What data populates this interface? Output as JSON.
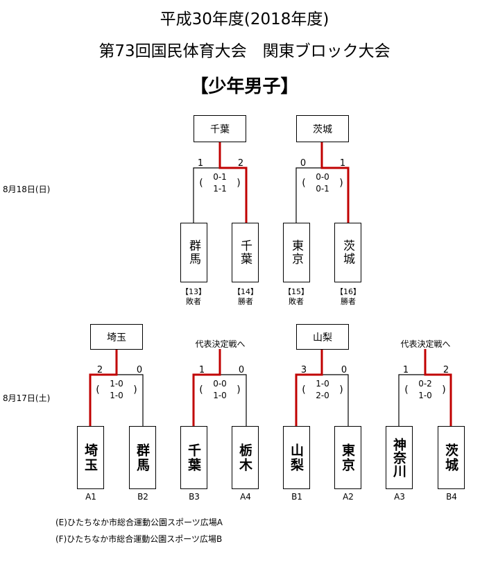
{
  "header": {
    "line1": "平成30年度(2018年度)",
    "line2": "第73回国民体育大会　関東ブロック大会",
    "line3": "【少年男子】"
  },
  "dates": {
    "day2": "8月18日(日)",
    "day1": "8月17日(土)"
  },
  "round2": {
    "match1": {
      "winner": "千葉",
      "left_team": "群馬",
      "right_team": "千葉",
      "left_total": "1",
      "right_total": "2",
      "scores": [
        "0-1",
        "1-1"
      ],
      "left_note": [
        "【13】",
        "敗者"
      ],
      "right_note": [
        "【14】",
        "勝者"
      ]
    },
    "match2": {
      "winner": "茨城",
      "left_team": "東京",
      "right_team": "茨城",
      "left_total": "0",
      "right_total": "1",
      "scores": [
        "0-0",
        "0-1"
      ],
      "left_note": [
        "【15】",
        "敗者"
      ],
      "right_note": [
        "【16】",
        "勝者"
      ]
    }
  },
  "round1": {
    "match1": {
      "winner": "埼玉",
      "left_team": "埼玉",
      "right_team": "群馬",
      "left_total": "2",
      "right_total": "0",
      "scores": [
        "1-0",
        "1-0"
      ],
      "left_slot": "A1",
      "right_slot": "B2"
    },
    "match2": {
      "label": "代表決定戦へ",
      "left_team": "千葉",
      "right_team": "栃木",
      "left_total": "1",
      "right_total": "0",
      "scores": [
        "0-0",
        "1-0"
      ],
      "left_slot": "B3",
      "right_slot": "A4"
    },
    "match3": {
      "winner": "山梨",
      "left_team": "山梨",
      "right_team": "東京",
      "left_total": "3",
      "right_total": "0",
      "scores": [
        "1-0",
        "2-0"
      ],
      "left_slot": "B1",
      "right_slot": "A2"
    },
    "match4": {
      "label": "代表決定戦へ",
      "left_team": "神奈川",
      "right_team": "茨城",
      "left_total": "1",
      "right_total": "2",
      "scores": [
        "0-2",
        "1-0"
      ],
      "left_slot": "A3",
      "right_slot": "B4"
    }
  },
  "venues": [
    "(E)ひたちなか市総合運動公園スポーツ広場A",
    "(F)ひたちなか市総合運動公園スポーツ広場B"
  ],
  "colors": {
    "winner_line": "#c00000",
    "line": "#000000"
  },
  "score_brackets": {
    "open": "(",
    "close": ")"
  }
}
